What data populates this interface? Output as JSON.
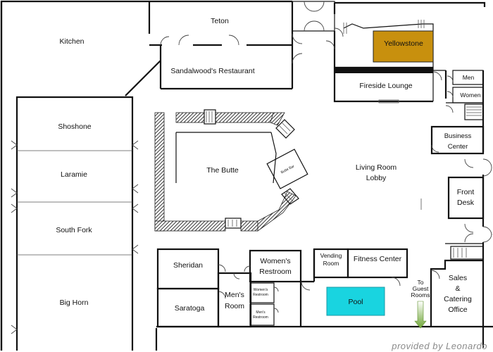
{
  "rooms": {
    "kitchen": "Kitchen",
    "teton": "Teton",
    "sandalwood": "Sandalwood's Restaurant",
    "yellowstone": "Yellowstone",
    "fireside": "Fireside Lounge",
    "men_top": "Men",
    "women_top": "Women",
    "business_1": "Business",
    "business_2": "Center",
    "shoshone": "Shoshone",
    "laramie": "Laramie",
    "south_fork": "South Fork",
    "big_horn": "Big Horn",
    "butte": "The Butte",
    "butte_bar": "Butte Bar",
    "living_1": "Living Room",
    "living_2": "Lobby",
    "front_desk_1": "Front",
    "front_desk_2": "Desk",
    "sheridan": "Sheridan",
    "saratoga": "Saratoga",
    "mens_room_1": "Men's",
    "mens_room_2": "Room",
    "womens_restroom_1": "Women's",
    "womens_restroom_2": "Restroom",
    "small_womens_1": "Women's",
    "small_womens_2": "Restroom",
    "small_mens_1": "Men's",
    "small_mens_2": "Restroom",
    "vending_1": "Vending",
    "vending_2": "Room",
    "fitness": "Fitness Center",
    "pool": "Pool",
    "guest_1": "To",
    "guest_2": "Guest",
    "guest_3": "Rooms",
    "sales_1": "Sales",
    "sales_2": "&",
    "sales_3": "Catering",
    "sales_4": "Office"
  },
  "colors": {
    "yellowstone": "#c8900e",
    "pool": "#19d4e0",
    "arrow": "#7cad3c"
  },
  "watermark": "provided by Leonardo"
}
